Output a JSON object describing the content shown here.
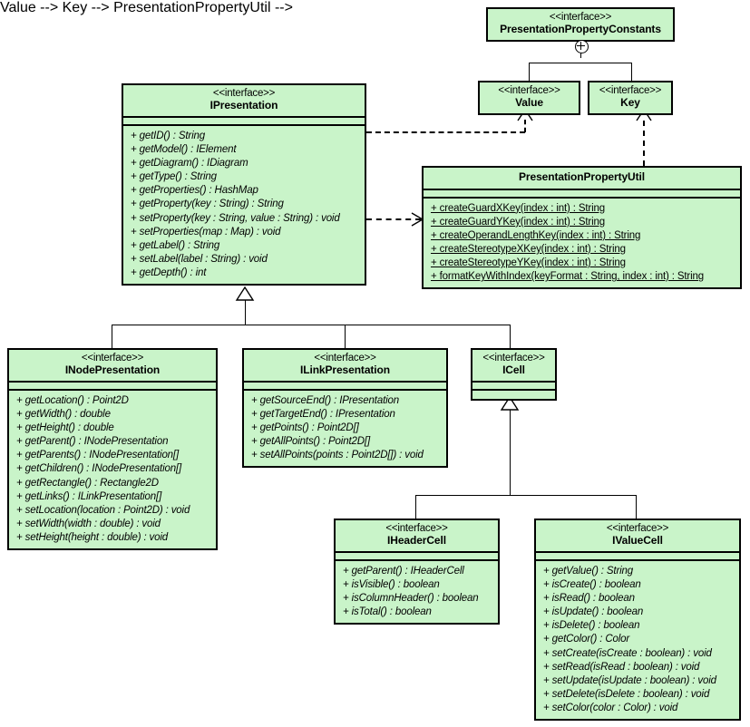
{
  "diagram": {
    "type": "uml-class-diagram",
    "background_color": "#ffffff",
    "class_fill_color": "#c9f4c9",
    "border_color": "#000000",
    "classes": [
      {
        "id": "PresentationPropertyConstants",
        "stereotype": "<<interface>>",
        "name": "PresentationPropertyConstants",
        "operations": []
      },
      {
        "id": "Value",
        "stereotype": "<<interface>>",
        "name": "Value",
        "operations": []
      },
      {
        "id": "Key",
        "stereotype": "<<interface>>",
        "name": "Key",
        "operations": []
      },
      {
        "id": "IPresentation",
        "stereotype": "<<interface>>",
        "name": "IPresentation",
        "operations": [
          "+ getID() : String",
          "+ getModel() : IElement",
          "+ getDiagram() : IDiagram",
          "+ getType() : String",
          "+ getProperties() : HashMap",
          "+ getProperty(key : String) : String",
          "+ setProperty(key : String, value : String) : void",
          "+ setProperties(map : Map) : void",
          "+ getLabel() : String",
          "+ setLabel(label : String) : void",
          "+ getDepth() : int"
        ]
      },
      {
        "id": "PresentationPropertyUtil",
        "stereotype": "",
        "name": "PresentationPropertyUtil",
        "operations": [
          "+ createGuardXKey(index : int) : String",
          "+ createGuardYKey(index : int) : String",
          "+ createOperandLengthKey(index : int) : String",
          "+ createStereotypeXKey(index : int) : String",
          "+ createStereotypeYKey(index : int) : String",
          "+ formatKeyWithIndex(keyFormat : String, index : int) : String"
        ]
      },
      {
        "id": "INodePresentation",
        "stereotype": "<<interface>>",
        "name": "INodePresentation",
        "operations": [
          "+ getLocation() : Point2D",
          "+ getWidth() : double",
          "+ getHeight() : double",
          "+ getParent() : INodePresentation",
          "+ getParents() : INodePresentation[]",
          "+ getChildren() : INodePresentation[]",
          "+ getRectangle() : Rectangle2D",
          "+ getLinks() : ILinkPresentation[]",
          "+ setLocation(location : Point2D) : void",
          "+ setWidth(width : double) : void",
          "+ setHeight(height : double) : void"
        ]
      },
      {
        "id": "ILinkPresentation",
        "stereotype": "<<interface>>",
        "name": "ILinkPresentation",
        "operations": [
          "+ getSourceEnd() : IPresentation",
          "+ getTargetEnd() : IPresentation",
          "+ getPoints() : Point2D[]",
          "+ getAllPoints() : Point2D[]",
          "+ setAllPoints(points : Point2D[]) : void"
        ]
      },
      {
        "id": "ICell",
        "stereotype": "<<interface>>",
        "name": "ICell",
        "operations": []
      },
      {
        "id": "IHeaderCell",
        "stereotype": "<<interface>>",
        "name": "IHeaderCell",
        "operations": [
          "+ getParent() : IHeaderCell",
          "+ isVisible() : boolean",
          "+ isColumnHeader() : boolean",
          "+ isTotal() : boolean"
        ]
      },
      {
        "id": "IValueCell",
        "stereotype": "<<interface>>",
        "name": "IValueCell",
        "operations": [
          "+ getValue() : String",
          "+ isCreate() : boolean",
          "+ isRead() : boolean",
          "+ isUpdate() : boolean",
          "+ isDelete() : boolean",
          "+ getColor() : Color",
          "+ setCreate(isCreate : boolean) : void",
          "+ setRead(isRead : boolean) : void",
          "+ setUpdate(isUpdate : boolean) : void",
          "+ setDelete(isDelete : boolean) : void",
          "+ setColor(color : Color) : void"
        ]
      }
    ],
    "relationships": [
      {
        "type": "containment",
        "from": "PresentationPropertyConstants",
        "to": "Value"
      },
      {
        "type": "containment",
        "from": "PresentationPropertyConstants",
        "to": "Key"
      },
      {
        "type": "realization",
        "from": "IPresentation",
        "to": "Value"
      },
      {
        "type": "realization",
        "from": "PresentationPropertyUtil",
        "to": "Key"
      },
      {
        "type": "dependency",
        "from": "IPresentation",
        "to": "PresentationPropertyUtil"
      },
      {
        "type": "generalization",
        "from": "INodePresentation",
        "to": "IPresentation"
      },
      {
        "type": "generalization",
        "from": "ILinkPresentation",
        "to": "IPresentation"
      },
      {
        "type": "generalization",
        "from": "ICell",
        "to": "IPresentation"
      },
      {
        "type": "generalization",
        "from": "IHeaderCell",
        "to": "ICell"
      },
      {
        "type": "generalization",
        "from": "IValueCell",
        "to": "ICell"
      }
    ]
  }
}
